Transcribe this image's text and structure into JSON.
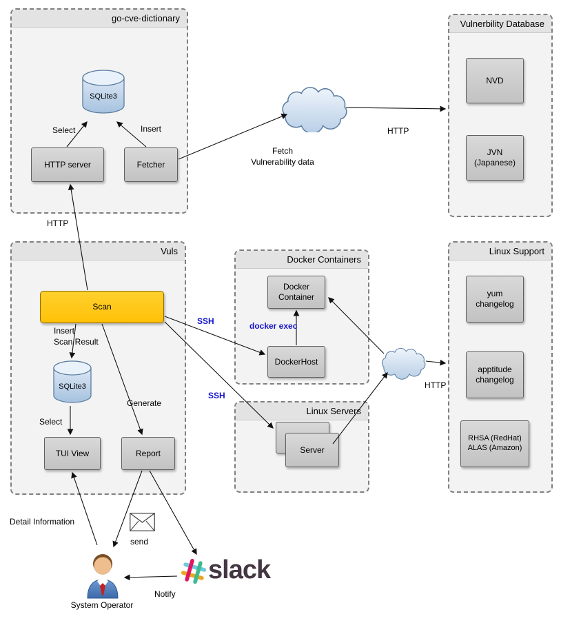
{
  "colors": {
    "accent_blue": "#1414cc",
    "scan_yellow": "#ffc107",
    "node_gray": "#cccccc",
    "cylinder_blue": "#abc6e2",
    "cloud_blue": "#b9cfe6",
    "slack_text": "#443642"
  },
  "containers": {
    "go_cve": {
      "title": "go-cve-dictionary"
    },
    "vuln_db": {
      "title": "Vulnerbility Database"
    },
    "vuls": {
      "title": "Vuls"
    },
    "docker": {
      "title": "Docker Containers"
    },
    "linux_servers": {
      "title": "Linux Servers"
    },
    "linux_support": {
      "title": "Linux Support"
    }
  },
  "nodes": {
    "sqlite_cve": "SQLite3",
    "http_server": "HTTP server",
    "fetcher": "Fetcher",
    "nvd": "NVD",
    "jvn": "JVN\n(Japanese)",
    "scan": "Scan",
    "sqlite_vuls": "SQLite3",
    "tui_view": "TUI View",
    "report": "Report",
    "docker_container": "Docker\nContainer",
    "docker_host": "DockerHost",
    "server": "Server",
    "yum_changelog": "yum\nchangelog",
    "apt_changelog": "apptitude\nchangelog",
    "rhsa_alas": "RHSA (RedHat)\nALAS (Amazon)"
  },
  "labels": {
    "select_cve": "Select",
    "insert_cve": "Insert",
    "fetch": "Fetch\nVulnerability data",
    "http_fetch": "HTTP",
    "http_vuls": "HTTP",
    "insert_scan_result": "Insert\nScan Result",
    "select_vuls": "Select",
    "generate": "Generate",
    "ssh_docker": "SSH",
    "ssh_linux": "SSH",
    "docker_exec": "docker exec",
    "http_support": "HTTP",
    "detail_information": "Detail Information",
    "send": "send",
    "notify": "Notify",
    "system_operator": "System Operator",
    "slack": "slack"
  }
}
